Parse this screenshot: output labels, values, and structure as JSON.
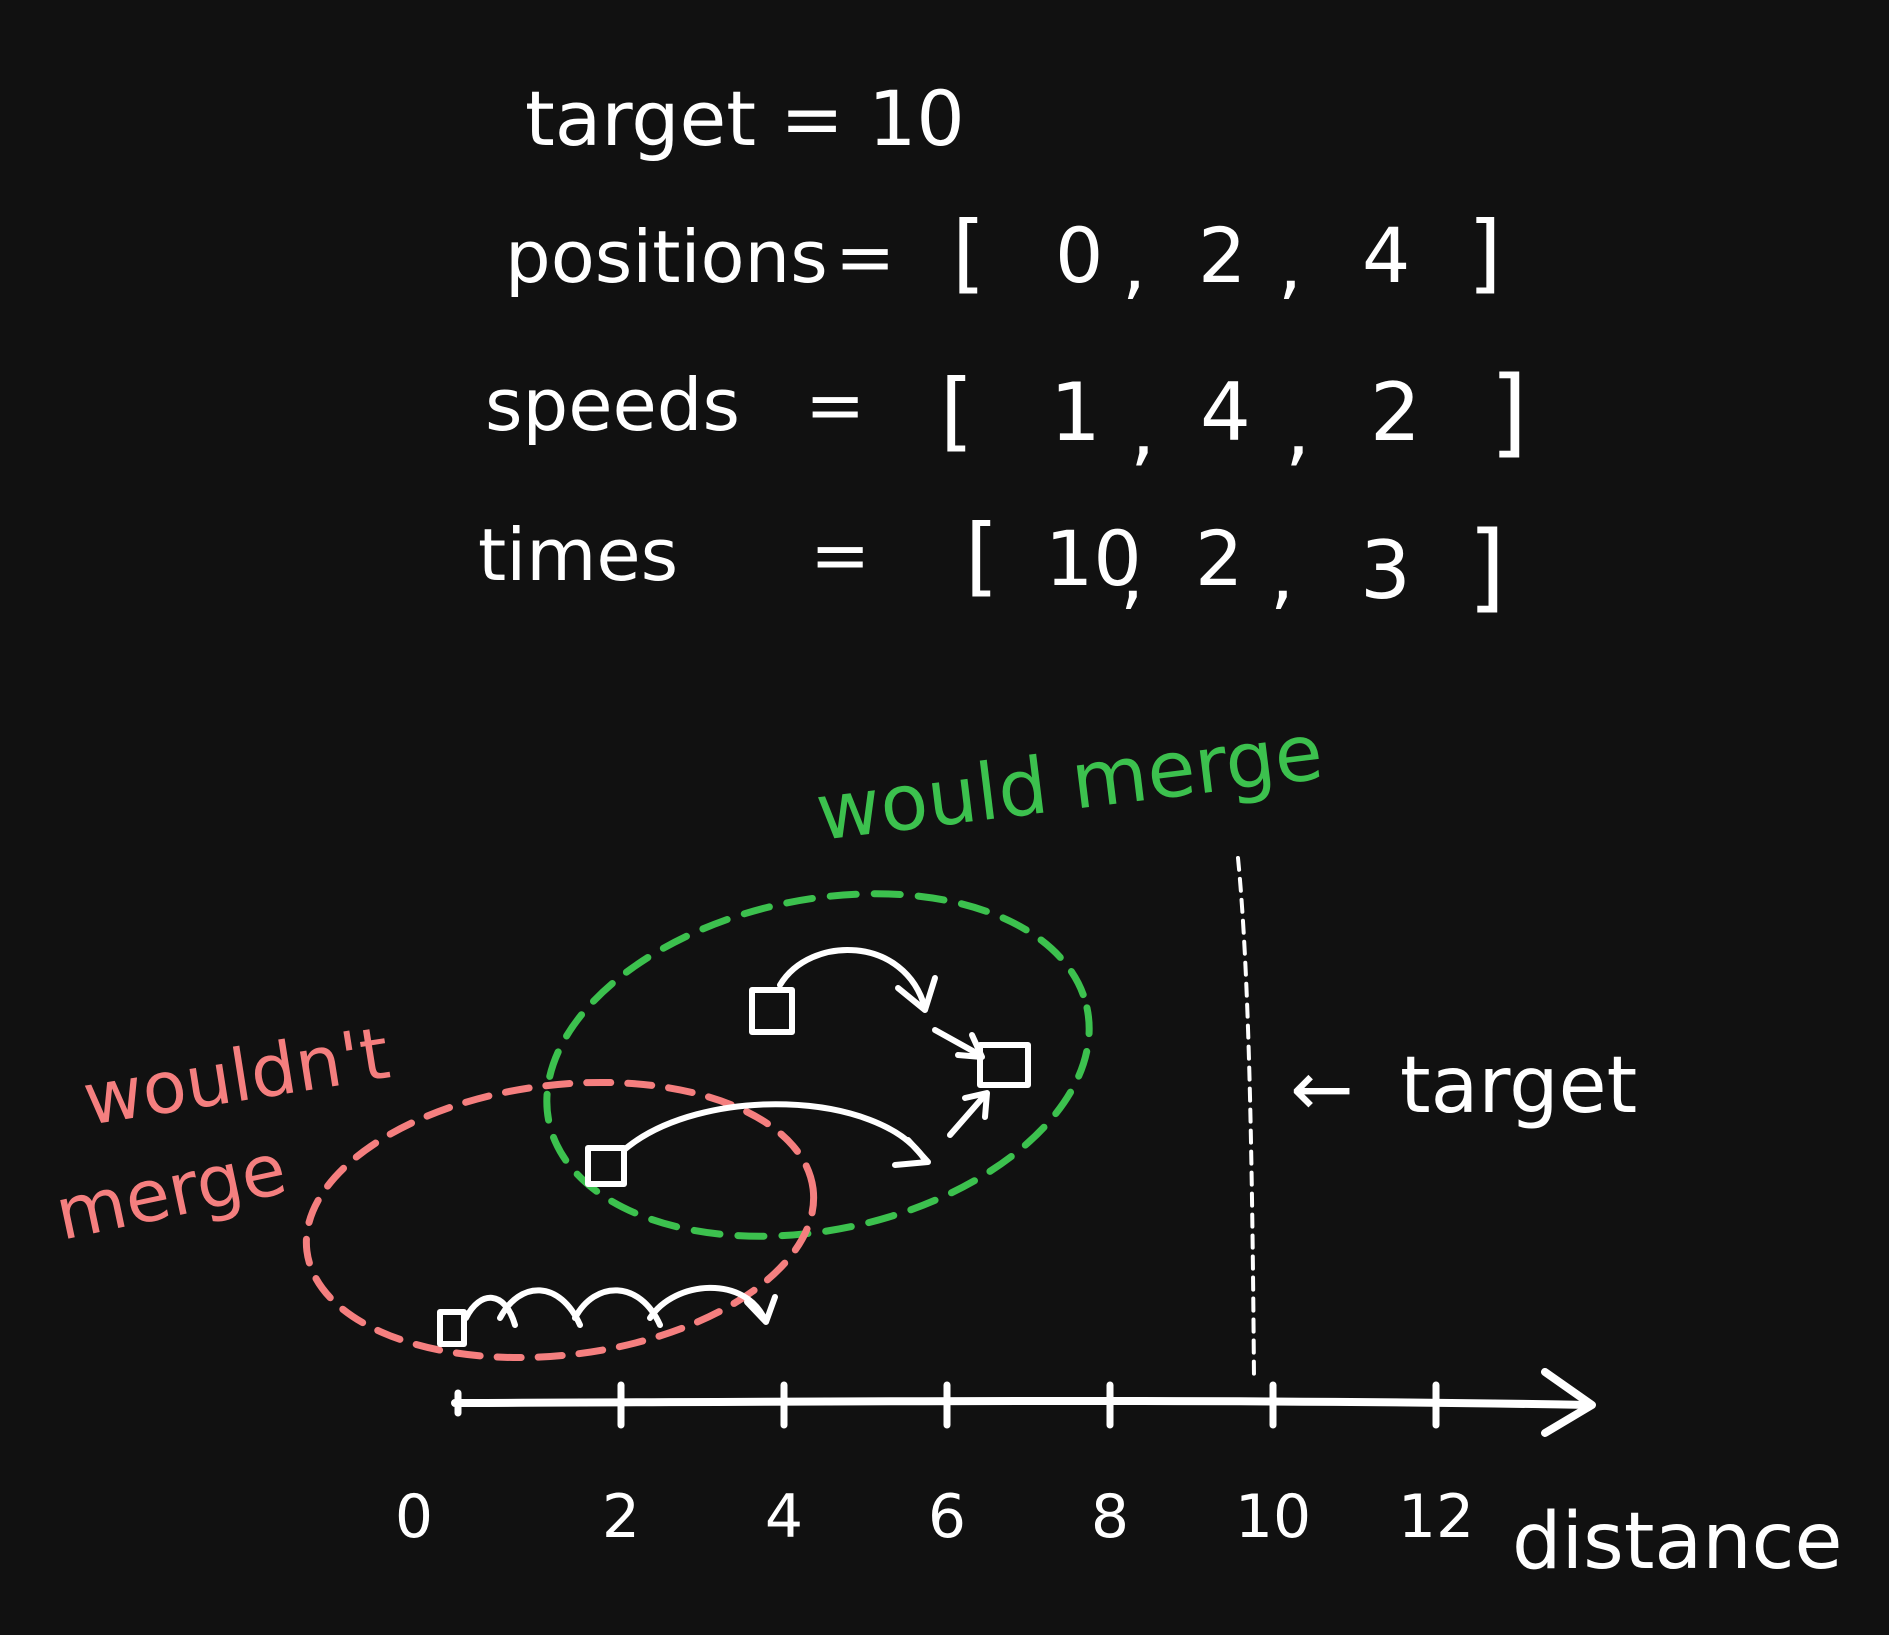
{
  "header": {
    "target_line": "target = 10",
    "positions": {
      "label": "positions",
      "eq": "=",
      "values": [
        "0",
        "2",
        "4"
      ]
    },
    "speeds": {
      "label": "speeds",
      "eq": "=",
      "values": [
        "1",
        "4",
        "2"
      ]
    },
    "times": {
      "label": "times",
      "eq": "=",
      "values": [
        "10",
        "2",
        "3"
      ]
    }
  },
  "annotations": {
    "would_merge": "would merge",
    "wouldnt_merge_line1": "wouldn't",
    "wouldnt_merge_line2": "merge",
    "target_pointer": "target",
    "target_arrow_symbol": "←"
  },
  "axis": {
    "label": "distance",
    "ticks": [
      "0",
      "2",
      "4",
      "6",
      "8",
      "10",
      "12"
    ],
    "target_value": 10
  },
  "colors": {
    "background": "#111111",
    "ink": "#ffffff",
    "merge": "#3cc14e",
    "no_merge": "#f57f7f"
  }
}
